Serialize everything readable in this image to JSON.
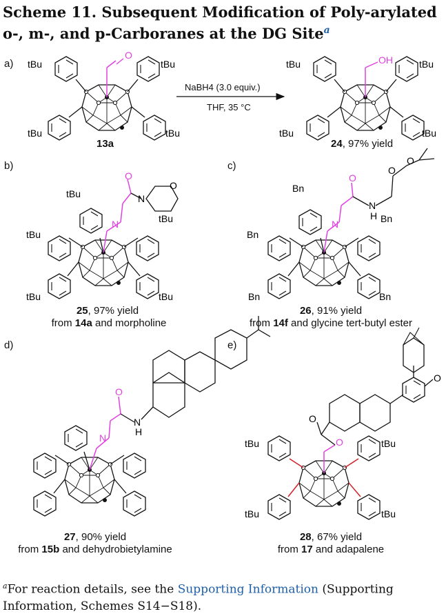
{
  "title": {
    "text": "Scheme 11. Subsequent Modification of Poly-arylated o-, m-, and p-Carboranes at the DG Site",
    "sup": "a"
  },
  "panels": {
    "a": {
      "label": "a)",
      "reagent": "NaBH4 (3.0 equiv.)",
      "conditions": "THF, 35 °C",
      "start_compound": "13a",
      "product_compound": "24",
      "product_yield": ", 97% yield"
    },
    "b": {
      "label": "b)",
      "compound": "25",
      "yield": ", 97% yield",
      "source_prefix": "from ",
      "source_compound": "14a",
      "source_suffix": " and morpholine"
    },
    "c": {
      "label": "c)",
      "compound": "26",
      "yield": ", 91% yield",
      "source_prefix": "from ",
      "source_compound": "14f",
      "source_suffix": " and glycine tert-butyl ester"
    },
    "d": {
      "label": "d)",
      "compound": "27",
      "yield": ", 90% yield",
      "source_prefix": "from ",
      "source_compound": "15b",
      "source_suffix": " and dehydrobietylamine"
    },
    "e": {
      "label": "e)",
      "compound": "28",
      "yield": ", 67% yield",
      "source_prefix": "from ",
      "source_compound": "17",
      "source_suffix": " and adapalene"
    }
  },
  "substituents": {
    "tbu": "tBu",
    "bn": "Bn",
    "atoms": {
      "O": "O",
      "N": "N",
      "H": "H",
      "OH": "OH"
    }
  },
  "colors": {
    "accent": "#e040e0",
    "bond_red": "#d0202a",
    "link": "#1f5fa8"
  },
  "footnote": {
    "sup": "a",
    "prefix": "For reaction details, see the ",
    "link": "Supporting Information",
    "suffix": " (Supporting Information, Schemes S14−S18)."
  }
}
